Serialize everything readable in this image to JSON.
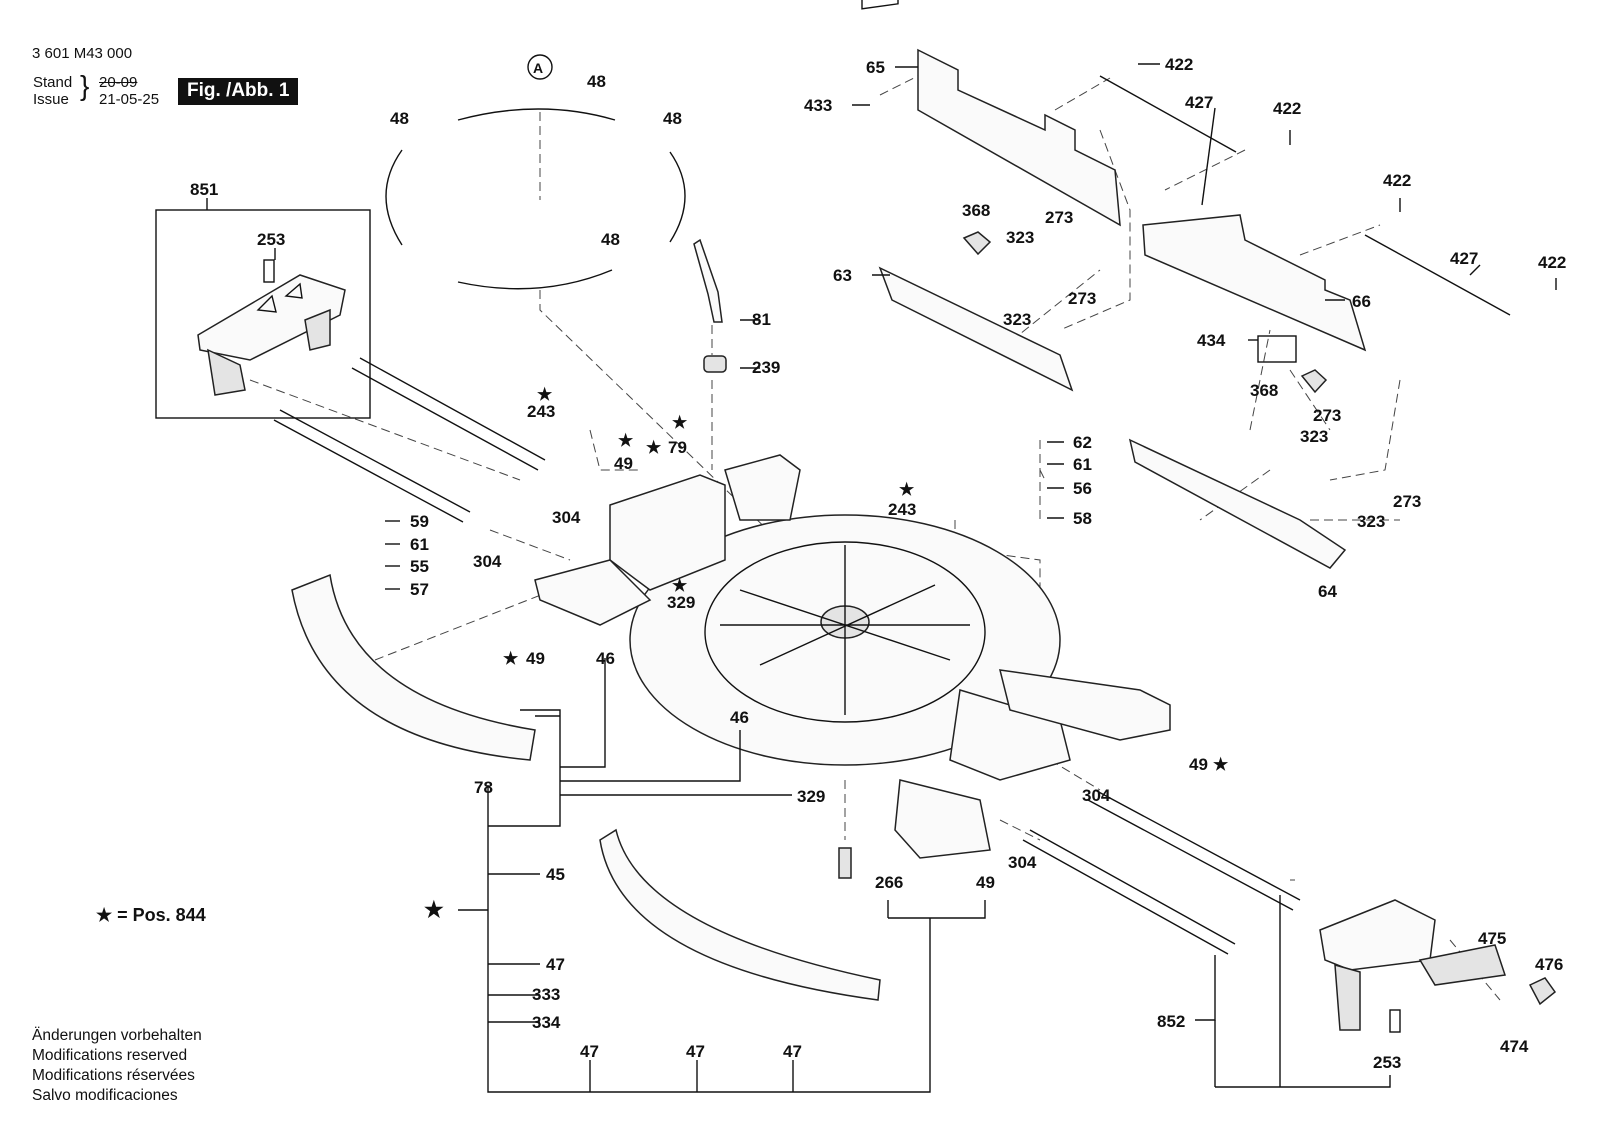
{
  "header": {
    "doc_number": "3 601 M43 000",
    "stand_label": "Stand",
    "stand_old": "20-09",
    "issue_label": "Issue",
    "issue_date": "21-05-25",
    "figure": "Fig. /Abb. 1"
  },
  "legend": {
    "star": "★",
    "text": "= Pos. 844"
  },
  "notes": [
    "Änderungen vorbehalten",
    "Modifications reserved",
    "Modifications réservées",
    "Salvo modificaciones"
  ],
  "callout": "A",
  "labels": [
    {
      "id": "p851",
      "text": "851"
    },
    {
      "id": "p253a",
      "text": "253"
    },
    {
      "id": "p48a",
      "text": "48"
    },
    {
      "id": "p48b",
      "text": "48"
    },
    {
      "id": "p48c",
      "text": "48"
    },
    {
      "id": "p48d",
      "text": "48"
    },
    {
      "id": "p81",
      "text": "81"
    },
    {
      "id": "p239",
      "text": "239"
    },
    {
      "id": "p65",
      "text": "65"
    },
    {
      "id": "p433",
      "text": "433"
    },
    {
      "id": "p422a",
      "text": "422"
    },
    {
      "id": "p427a",
      "text": "427"
    },
    {
      "id": "p422b",
      "text": "422"
    },
    {
      "id": "p422c",
      "text": "422"
    },
    {
      "id": "p427b",
      "text": "427"
    },
    {
      "id": "p422d",
      "text": "422"
    },
    {
      "id": "p368a",
      "text": "368"
    },
    {
      "id": "p323a",
      "text": "323"
    },
    {
      "id": "p273a",
      "text": "273"
    },
    {
      "id": "p63",
      "text": "63"
    },
    {
      "id": "p273b",
      "text": "273"
    },
    {
      "id": "p323b",
      "text": "323"
    },
    {
      "id": "p66",
      "text": "66"
    },
    {
      "id": "p434",
      "text": "434"
    },
    {
      "id": "p368b",
      "text": "368"
    },
    {
      "id": "p273c",
      "text": "273"
    },
    {
      "id": "p323c",
      "text": "323"
    },
    {
      "id": "p273d",
      "text": "273"
    },
    {
      "id": "p323d",
      "text": "323"
    },
    {
      "id": "p64",
      "text": "64"
    },
    {
      "id": "p243a",
      "text": "243"
    },
    {
      "id": "p79",
      "text": "79"
    },
    {
      "id": "p49a",
      "text": "49"
    },
    {
      "id": "p304a",
      "text": "304"
    },
    {
      "id": "p304b",
      "text": "304"
    },
    {
      "id": "p59",
      "text": "59"
    },
    {
      "id": "p61a",
      "text": "61"
    },
    {
      "id": "p55",
      "text": "55"
    },
    {
      "id": "p57",
      "text": "57"
    },
    {
      "id": "p62",
      "text": "62"
    },
    {
      "id": "p61b",
      "text": "61"
    },
    {
      "id": "p56",
      "text": "56"
    },
    {
      "id": "p58",
      "text": "58"
    },
    {
      "id": "p243b",
      "text": "243"
    },
    {
      "id": "p329a",
      "text": "329"
    },
    {
      "id": "p49b",
      "text": "49"
    },
    {
      "id": "p46a",
      "text": "46"
    },
    {
      "id": "p46b",
      "text": "46"
    },
    {
      "id": "p329b",
      "text": "329"
    },
    {
      "id": "p78",
      "text": "78"
    },
    {
      "id": "p49c",
      "text": "49"
    },
    {
      "id": "p304c",
      "text": "304"
    },
    {
      "id": "p304d",
      "text": "304"
    },
    {
      "id": "p45",
      "text": "45"
    },
    {
      "id": "p266",
      "text": "266"
    },
    {
      "id": "p49d",
      "text": "49"
    },
    {
      "id": "p47a",
      "text": "47"
    },
    {
      "id": "p333",
      "text": "333"
    },
    {
      "id": "p334",
      "text": "334"
    },
    {
      "id": "p47b",
      "text": "47"
    },
    {
      "id": "p47c",
      "text": "47"
    },
    {
      "id": "p47d",
      "text": "47"
    },
    {
      "id": "p852",
      "text": "852"
    },
    {
      "id": "p475",
      "text": "475"
    },
    {
      "id": "p476",
      "text": "476"
    },
    {
      "id": "p474",
      "text": "474"
    },
    {
      "id": "p253b",
      "text": "253"
    }
  ]
}
